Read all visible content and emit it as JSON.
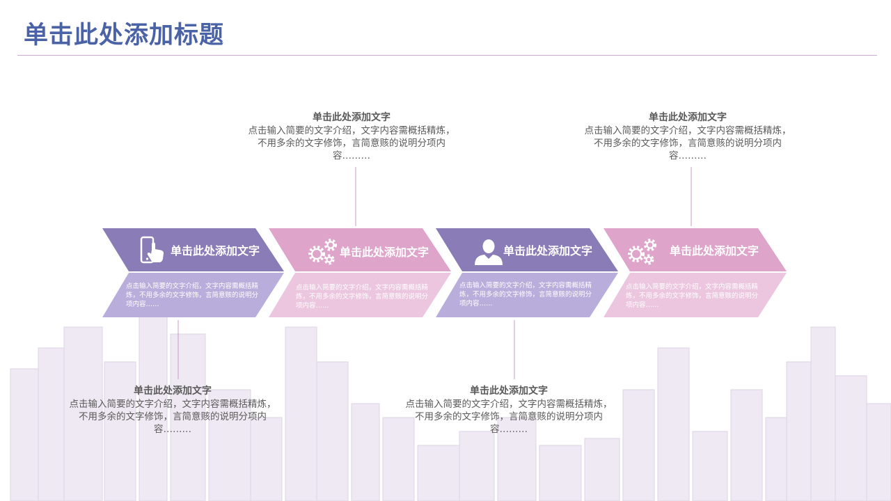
{
  "slide": {
    "title": "单击此处添加标题",
    "colors": {
      "title": "#4a62a6",
      "rule": "#c9a8d3",
      "purple_dark": "#8a7cb6",
      "purple_light": "#b9addb",
      "pink_dark": "#dea4ca",
      "pink_light": "#ecc6df",
      "connector": "#c79cc6"
    }
  },
  "steps": [
    {
      "label": "单击此处添加文字",
      "icon": "touch-phone-icon",
      "desc": "点击输入简要的文字介绍，文字内容需概括精炼，不用多余的文字修饰，言简意赅的说明分项内容……"
    },
    {
      "label": "单击此处添加文字",
      "icon": "gears-icon",
      "desc": "点击输入简要的文字介绍，文字内容需概括精炼，不用多余的文字修饰，言简意赅的说明分项内容……"
    },
    {
      "label": "单击此处添加文字",
      "icon": "user-icon",
      "desc": "点击输入简要的文字介绍，文字内容需概括精炼，不用多余的文字修饰，言简意赅的说明分项内容……"
    },
    {
      "label": "单击此处添加文字",
      "icon": "gears-icon",
      "desc": "点击输入简要的文字介绍，文字内容需概括精炼，不用多余的文字修饰，言简意赅的说明分项内容……"
    }
  ],
  "callouts": [
    {
      "title": "单击此处添加文字",
      "body": "点击输入简要的文字介绍，文字内容需概括精炼，不用多余的文字修饰，言简意赅的说明分项内容………"
    },
    {
      "title": "单击此处添加文字",
      "body": "点击输入简要的文字介绍，文字内容需概括精炼，不用多余的文字修饰，言简意赅的说明分项内容………"
    },
    {
      "title": "单击此处添加文字",
      "body": "点击输入简要的文字介绍，文字内容需概括精炼，不用多余的文字修饰，言简意赅的说明分项内容………"
    },
    {
      "title": "单击此处添加文字",
      "body": "点击输入简要的文字介绍，文字内容需概括精炼，不用多余的文字修饰，言简意赅的说明分项内容………"
    }
  ]
}
